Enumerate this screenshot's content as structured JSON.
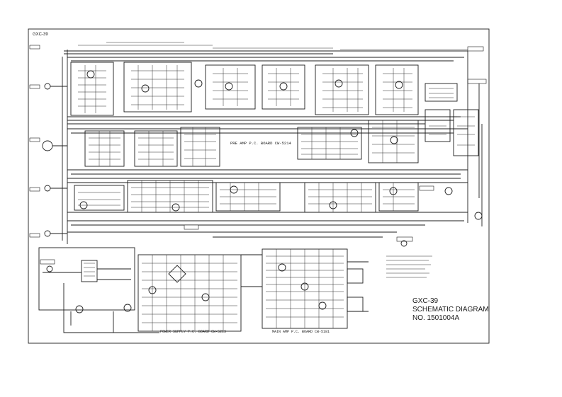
{
  "corner_code": "GXC-39",
  "title_block": {
    "model": "GXC-39",
    "title": "SCHEMATIC DIAGRAM",
    "number": "NO. 1501004A"
  },
  "boards": {
    "pre_amp": "PRE AMP P.C. BOARD CW-5214",
    "power_supply": "POWER SUPPLY P.C. BOARD CW-5213",
    "main_amp": "MAIN AMP P.C. BOARD CW-5181"
  },
  "colors": {
    "ink": "#1a1a1a",
    "paper": "#ffffff"
  }
}
